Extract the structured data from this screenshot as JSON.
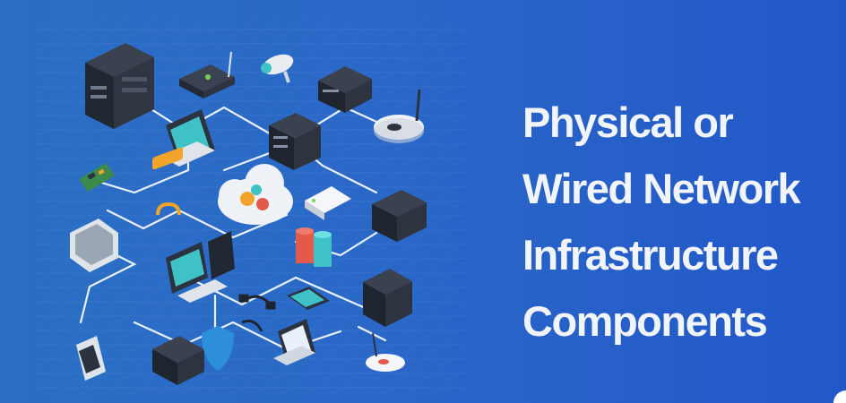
{
  "title": {
    "lines": [
      "Physical or",
      "Wired Network",
      "Infrastructure",
      "Components"
    ]
  },
  "colors": {
    "background_start": "#2a6fc4",
    "background_end": "#2257c9",
    "title_text": "#f1f4f8",
    "line": "#e9f0fa",
    "device_dark": "#2c3340",
    "screen_teal": "#3fc2c6",
    "accent_orange": "#f0a52a",
    "accent_red": "#e35a4b"
  },
  "icons": [
    "server-rack-icon",
    "router-icon",
    "security-camera-icon",
    "switch-box-icon",
    "wifi-router-icon",
    "laptop-icon",
    "server-icon",
    "circuit-board-icon",
    "cloud-gears-icon",
    "modem-icon",
    "database-icon",
    "padlock-icon",
    "crt-monitor-icon",
    "desktop-computer-icon",
    "cable-icon",
    "smartphone-icon",
    "keypad-icon",
    "shield-server-icon",
    "access-point-icon"
  ]
}
